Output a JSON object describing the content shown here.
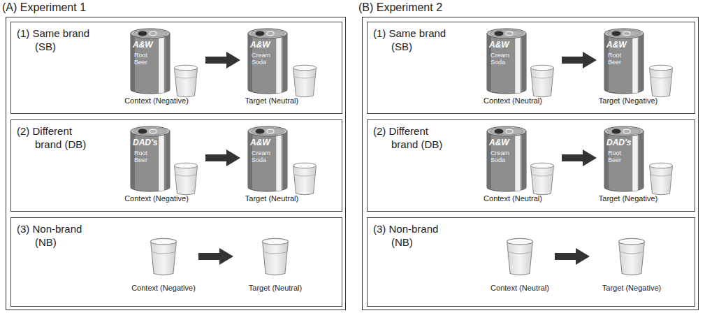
{
  "diagram": {
    "nodes": [
      {
        "text": [
          "(A) Experiment 1"
        ]
      },
      {
        "text": [
          "(1) Same brand (SB)"
        ],
        "in": 0
      },
      {
        "text": [
          "A&W",
          "Root Beer"
        ],
        "in": 1
      },
      {
        "text": [
          "A&W",
          "Cream Soda"
        ],
        "in": 1
      },
      {
        "text": [
          "(2) Different brand (DB)"
        ],
        "in": 0
      },
      {
        "text": [
          "DAD's",
          "Root Beer"
        ],
        "in": 4
      },
      {
        "text": [
          "A&W",
          "Cream Soda"
        ],
        "in": 4
      },
      {
        "text": [
          "(3) Non-brand (NB)"
        ],
        "in": 0
      },
      {
        "text": [
          "(B) Experiment 2"
        ]
      },
      {
        "text": [
          "(1) Same brand (SB)"
        ],
        "in": 8
      },
      {
        "text": [
          "A&W",
          "Cream Soda"
        ],
        "in": 9
      },
      {
        "text": [
          "A&W",
          "Root Beer"
        ],
        "in": 9
      },
      {
        "text": [
          "(2) Different brand (DB)"
        ],
        "in": 8
      },
      {
        "text": [
          "A&W",
          "Cream Soda"
        ],
        "in": 12
      },
      {
        "text": [
          "DAD's",
          "Root Beer"
        ],
        "in": 12
      },
      {
        "text": [
          "(3) Non-brand (NB)"
        ],
        "in": 8
      }
    ],
    "labels": [
      "Context (Negative)",
      "Target (Neutral)",
      "Context (Negative)",
      "Target (Neutral)",
      "Context (Negative)",
      "Target (Neutral)",
      "Context (Neutral)",
      "Target (Negative)",
      "Context (Neutral)",
      "Target (Negative)",
      "Context (Neutral)",
      "Target (Negative)"
    ]
  }
}
